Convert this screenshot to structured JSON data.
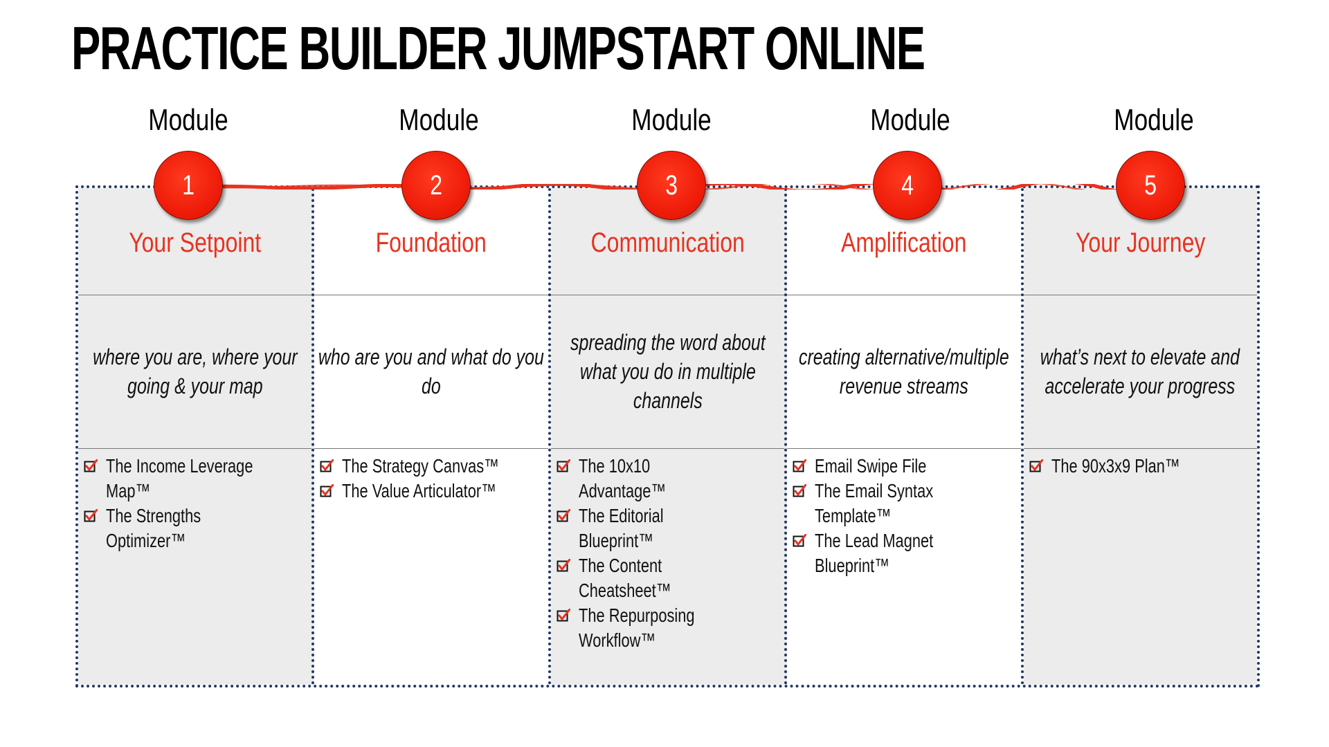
{
  "title": "PRACTICE BUILDER JUMPSTART ONLINE",
  "accent_color": "#e8321f",
  "border_color": "#1f3864",
  "modules": [
    {
      "label": "Module",
      "number": "1",
      "title": "Your Setpoint",
      "description": "where you are, where your going & your map",
      "items": [
        "The Income Leverage Map™",
        "The Strengths Optimizer™"
      ]
    },
    {
      "label": "Module",
      "number": "2",
      "title": "Foundation",
      "description": "who are you and what do you do",
      "items": [
        "The Strategy Canvas™",
        "The Value Articulator™"
      ]
    },
    {
      "label": "Module",
      "number": "3",
      "title": "Communication",
      "description": "spreading the word about what you do in multiple channels",
      "items": [
        "The 10x10 Advantage™",
        "The Editorial Blueprint™",
        "The Content Cheatsheet™",
        "The Repurposing Workflow™"
      ]
    },
    {
      "label": "Module",
      "number": "4",
      "title": "Amplification",
      "description": "creating alternative/multiple revenue streams",
      "items": [
        "Email Swipe File",
        "The Email Syntax Template™",
        "The Lead Magnet Blueprint™"
      ]
    },
    {
      "label": "Module",
      "number": "5",
      "title": "Your Journey",
      "description": "what’s next to elevate and accelerate your progress",
      "items": [
        "The 90x3x9 Plan™"
      ]
    }
  ]
}
